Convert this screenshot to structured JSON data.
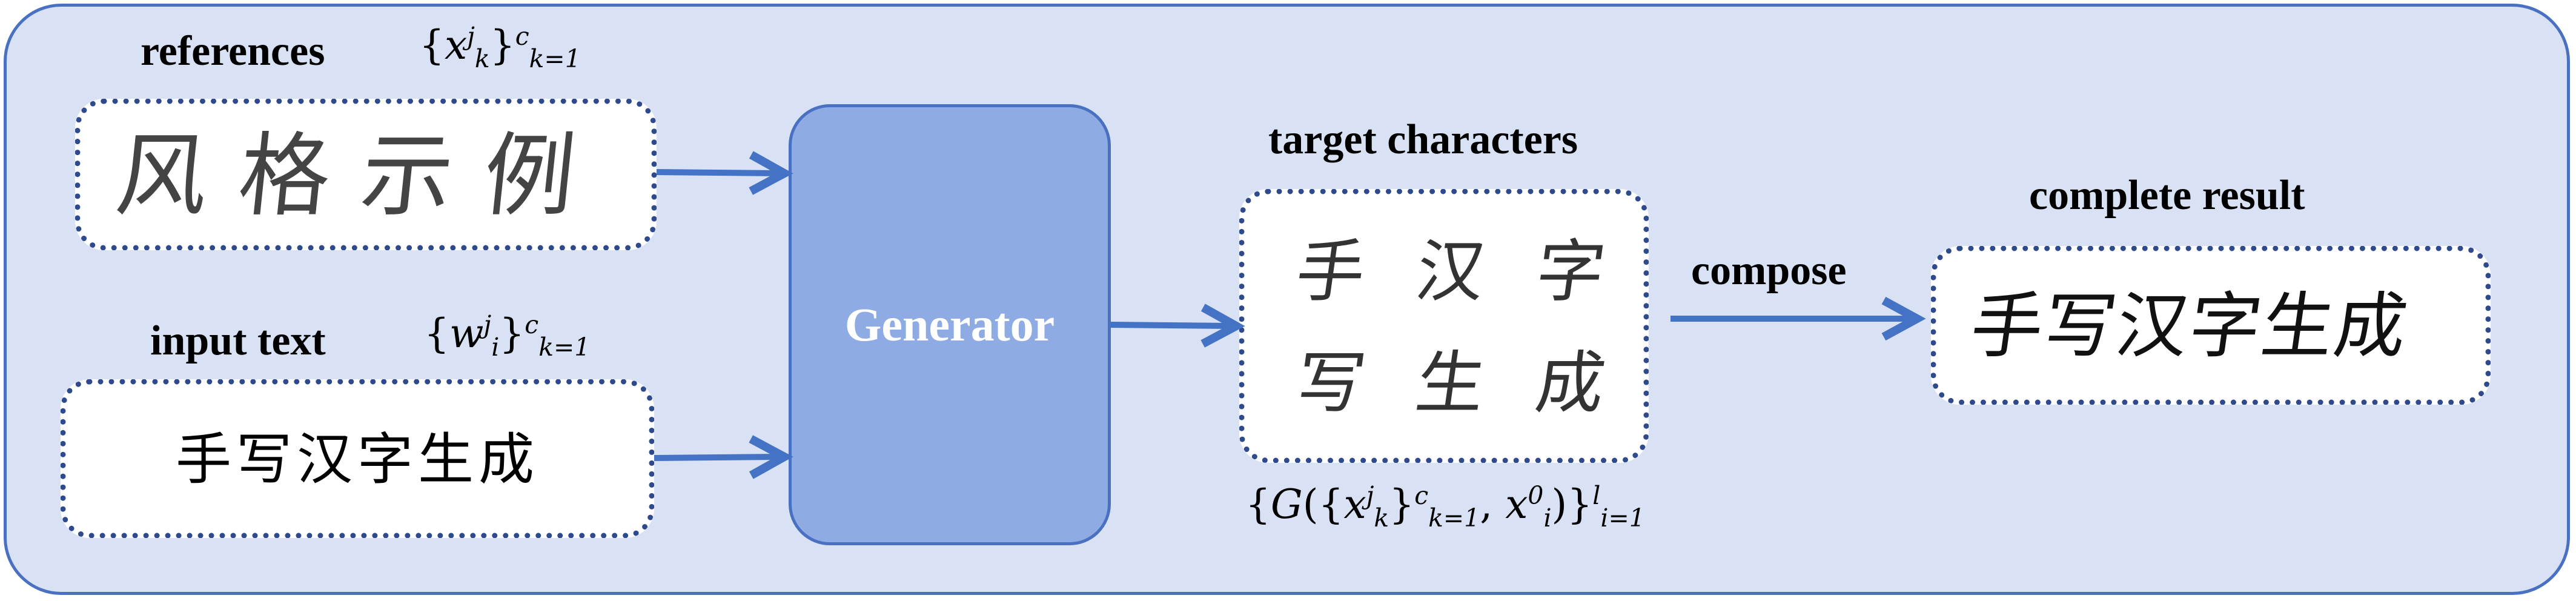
{
  "labels": {
    "references": "references",
    "input_text": "input text",
    "target_characters": "target characters",
    "complete_result": "complete result",
    "compose": "compose",
    "generator": "Generator"
  },
  "math": {
    "x_base": "x",
    "x_sup": "j",
    "x_sub": "k",
    "x_range_sup": "c",
    "x_range_sub": "k=1",
    "w_base": "w",
    "w_sup": "j",
    "w_sub": "i",
    "w_range_sup": "c",
    "w_range_sub": "k=1",
    "g_base": "G",
    "g_inner_x": "x",
    "g_inner_sup": "j",
    "g_inner_sub": "k",
    "g_inner_range_sup": "c",
    "g_inner_range_sub": "k=1",
    "g_x0": "x",
    "g_x0_sup": "0",
    "g_x0_sub": "i",
    "g_range_sup": "l",
    "g_range_sub": "i=1"
  },
  "references_chars": [
    "风",
    "格",
    "示",
    "例"
  ],
  "input_text": "手写汉字生成",
  "target_chars_row1": [
    "手",
    "汉",
    "字"
  ],
  "target_chars_row2": [
    "写",
    "生",
    "成"
  ],
  "complete_result": "手写汉字生成",
  "colors": {
    "panel_bg": "#d9e2f4",
    "panel_border": "#4a70c1",
    "generator_fill": "#8fabe3",
    "arrow": "#4472c4",
    "dotted_border": "#2f4a8c"
  }
}
